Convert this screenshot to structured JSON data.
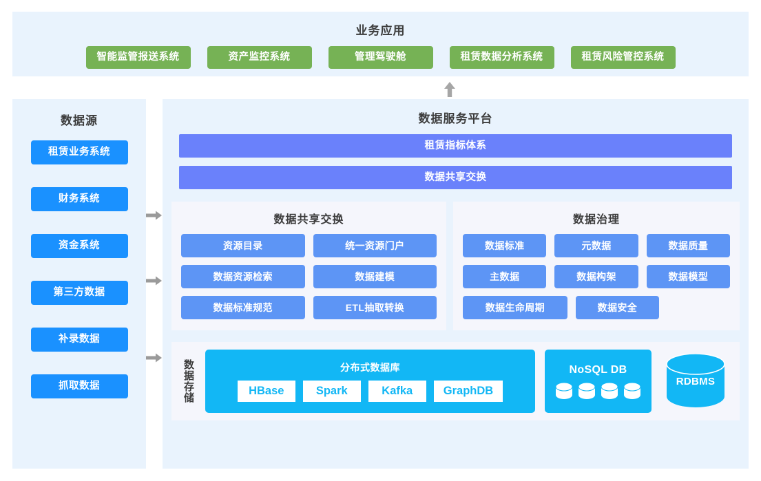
{
  "business": {
    "title": "业务应用",
    "chips": [
      "智能监管报送系统",
      "资产监控系统",
      "管理驾驶舱",
      "租赁数据分析系统",
      "租赁风险管控系统"
    ]
  },
  "data_source": {
    "title": "数据源",
    "items": [
      "租赁业务系统",
      "财务系统",
      "资金系统",
      "第三方数据",
      "补录数据",
      "抓取数据"
    ]
  },
  "platform": {
    "title": "数据服务平台",
    "bars": [
      "租赁指标体系",
      "数据共享交换"
    ],
    "exchange": {
      "title": "数据共享交换",
      "items": [
        "资源目录",
        "统一资源门户",
        "数据资源检索",
        "数据建模",
        "数据标准规范",
        "ETL抽取转换"
      ]
    },
    "governance": {
      "title": "数据治理",
      "items": [
        "数据标准",
        "元数据",
        "数据质量",
        "主数据",
        "数据构架",
        "数据模型",
        "数据生命周期",
        "数据安全"
      ]
    },
    "storage": {
      "label": "数据存储",
      "distributed": {
        "title": "分布式数据库",
        "items": [
          "HBase",
          "Spark",
          "Kafka",
          "GraphDB"
        ]
      },
      "nosql": {
        "title": "NoSQL DB",
        "cylinder_count": 4
      },
      "rdbms": {
        "title": "RDBMS"
      }
    }
  },
  "colors": {
    "panel_bg": "#e9f3fd",
    "subpanel_bg": "#f5f6fc",
    "green": "#76b255",
    "blue": "#1a91ff",
    "purple": "#6a81fb",
    "mid_blue": "#5d95f5",
    "cyan": "#12b7f5",
    "arrow_gray": "#9a9a9a"
  }
}
